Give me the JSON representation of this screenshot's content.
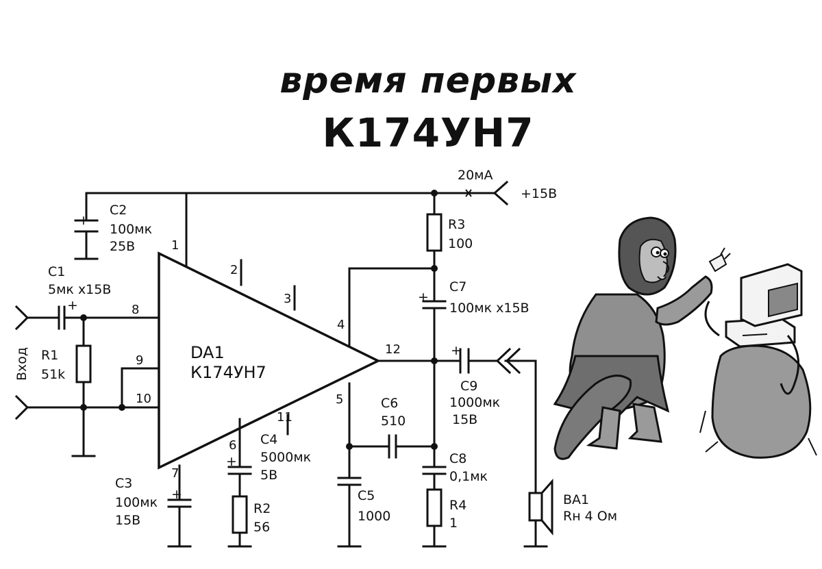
{
  "title": {
    "line1": "время первых",
    "line2": "К174УН7"
  },
  "supply": {
    "current": "20мА",
    "voltage": "+15В"
  },
  "input_label": "Вход",
  "chip": {
    "ref": "DA1",
    "part": "К174УН7"
  },
  "pins": {
    "p1": "1",
    "p2": "2",
    "p3": "3",
    "p4": "4",
    "p5": "5",
    "p6": "6",
    "p7": "7",
    "p8": "8",
    "p9": "9",
    "p10": "10",
    "p11": "11",
    "p12": "12"
  },
  "components": {
    "c1": {
      "ref": "C1",
      "value": "5мк х15В"
    },
    "c2": {
      "ref": "C2",
      "value": "100мк",
      "voltage": "25В"
    },
    "c3": {
      "ref": "C3",
      "value": "100мк",
      "voltage": "15В"
    },
    "c4": {
      "ref": "C4",
      "value": "5000мк",
      "voltage": "5В"
    },
    "c5": {
      "ref": "C5",
      "value": "1000"
    },
    "c6": {
      "ref": "C6",
      "value": "510"
    },
    "c7": {
      "ref": "C7",
      "value": "100мк х15В"
    },
    "c8": {
      "ref": "C8",
      "value": "0,1мк"
    },
    "c9": {
      "ref": "C9",
      "value": "1000мк",
      "voltage": "15В"
    },
    "r1": {
      "ref": "R1",
      "value": "51k"
    },
    "r2": {
      "ref": "R2",
      "value": "56"
    },
    "r3": {
      "ref": "R3",
      "value": "100"
    },
    "r4": {
      "ref": "R4",
      "value": "1"
    },
    "ba1": {
      "ref": "BA1",
      "value": "Rн 4 Ом"
    }
  },
  "plus_sign": "+"
}
